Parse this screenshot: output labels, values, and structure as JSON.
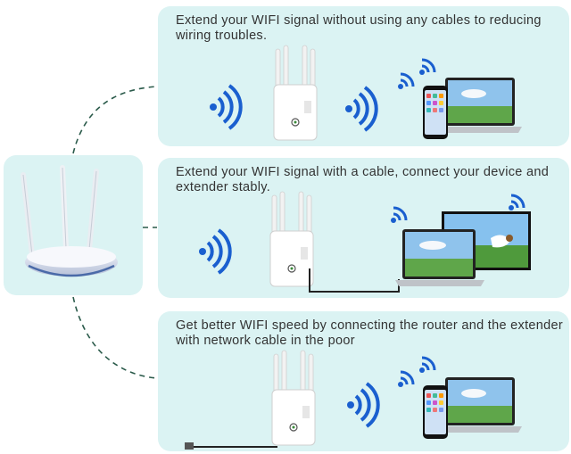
{
  "panels": [
    {
      "caption": "Extend your WIFI signal without using any cables to reducing wiring troubles."
    },
    {
      "caption": "Extend your WIFI signal with a cable, connect your device and extender stably."
    },
    {
      "caption": "Get better WIFI speed by connecting the router and the extender with network cable in the poor"
    }
  ],
  "colors": {
    "panel_bg": "#dbf3f3",
    "wifi_blue": "#1a5fcf",
    "caption_text": "#333333",
    "connector": "#2a5a4a"
  },
  "icons": [
    "wifi-signal-icon",
    "router-icon",
    "extender-icon",
    "smartphone-icon",
    "laptop-icon",
    "monitor-icon",
    "ethernet-cable-icon"
  ]
}
